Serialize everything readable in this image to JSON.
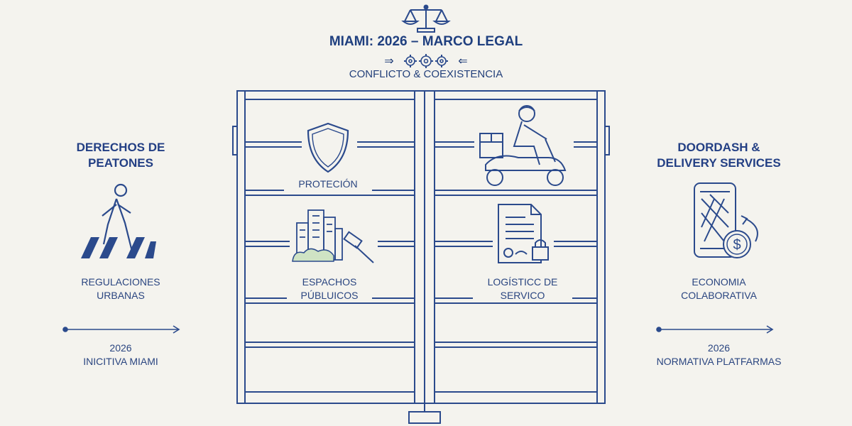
{
  "header": {
    "title": "MIAMI: 2026 – MARCO LEGAL",
    "subtitle": "CONFLICTO & COEXISTENCIA",
    "arrows_left": "⇒",
    "arrows_right": "⇐"
  },
  "left": {
    "heading_line1": "DERECHOS DE",
    "heading_line2": "PEATONES",
    "label_line1": "REGULACIONES",
    "label_line2": "URBANAS",
    "timeline_year": "2026",
    "timeline_label": "INICITIVA MIAMI"
  },
  "right": {
    "heading_line1": "DOORDASH &",
    "heading_line2": "DELIVERY SERVICES",
    "label_line1": "ECONOMIA",
    "label_line2": "COLABORATIVA",
    "timeline_year": "2026",
    "timeline_label": "NORMATIVA PLATFARMAS"
  },
  "gate_left": {
    "top_label": "PROTECIÓN",
    "bottom_label_line1": "ESPACHOS",
    "bottom_label_line2": "PÚBLUICOS"
  },
  "gate_right": {
    "bottom_label_line1": "LOGÍSTICC DE",
    "bottom_label_line2": "SERVICO"
  },
  "colors": {
    "background": "#f4f3ee",
    "line": "#2b4a8c",
    "heading": "#233f84"
  },
  "icons": [
    "scales-icon",
    "gears-icon",
    "shield-icon",
    "scooter-courier-icon",
    "pedestrian-crossing-icon",
    "city-buildings-icon",
    "gavel-icon",
    "contract-lock-icon",
    "phone-map-icon",
    "dollar-coin-icon"
  ]
}
